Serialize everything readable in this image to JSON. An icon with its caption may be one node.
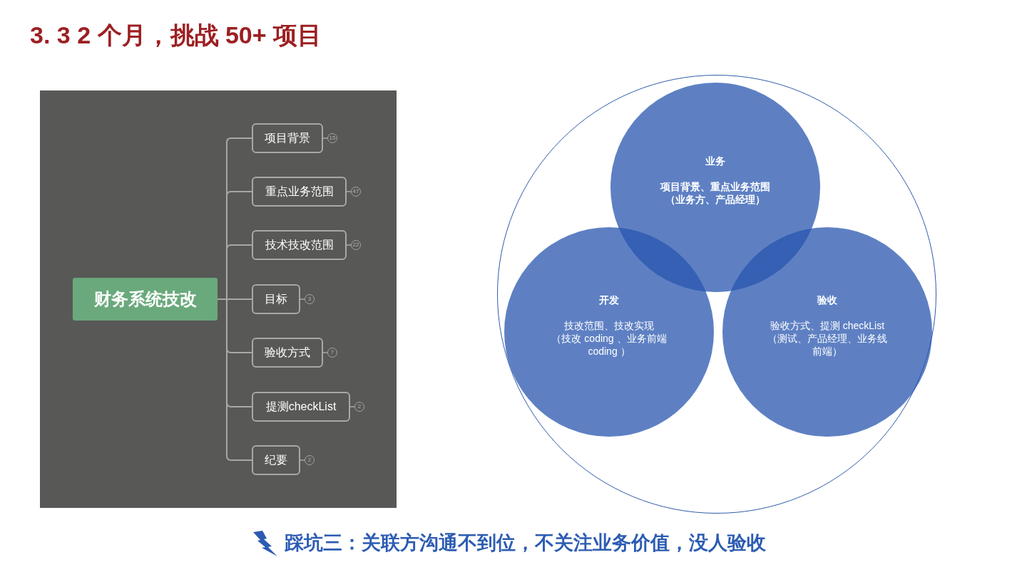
{
  "diagram": {
    "title": "3. 3 2 个月，挑战 50+ 项目",
    "caption": "踩坑三：关联方沟通不到位，不关注业务价值，没人验收",
    "nodes": [
      {
        "text": [
          "财务系统技改"
        ]
      },
      {
        "text": [
          "项目背景"
        ],
        "beside": [
          "15"
        ]
      },
      {
        "text": [
          "重点业务范围"
        ],
        "beside": [
          "47"
        ]
      },
      {
        "text": [
          "技术技改范围"
        ],
        "beside": [
          "22"
        ]
      },
      {
        "text": [
          "目标"
        ],
        "beside": [
          "3"
        ]
      },
      {
        "text": [
          "验收方式"
        ],
        "beside": [
          "7"
        ]
      },
      {
        "text": [
          "提测checkList"
        ],
        "beside": [
          "2"
        ]
      },
      {
        "text": [
          "纪要"
        ],
        "beside": [
          "2"
        ]
      },
      {
        "text": [],
        "shape": "circle"
      },
      {
        "text": [
          "业务",
          "项目背景、重点业务范围",
          "（业务方、产品经理）"
        ],
        "in": 8
      },
      {
        "text": [
          "开发",
          "技改范围、技改实现",
          "（技改 coding 、业务前端 coding ）"
        ],
        "in": 8
      },
      {
        "text": [
          "验收",
          "验收方式、提测 checkList",
          "（测试、产品经理、业务线前端）"
        ],
        "in": 8
      }
    ],
    "edges": [
      {
        "from": 0,
        "to": 1,
        "arrow": "none"
      },
      {
        "from": 0,
        "to": 2,
        "arrow": "none"
      },
      {
        "from": 0,
        "to": 3,
        "arrow": "none"
      },
      {
        "from": 0,
        "to": 4,
        "arrow": "none"
      },
      {
        "from": 0,
        "to": 5,
        "arrow": "none"
      },
      {
        "from": 0,
        "to": 6,
        "arrow": "none"
      },
      {
        "from": 0,
        "to": 7,
        "arrow": "none"
      }
    ]
  }
}
